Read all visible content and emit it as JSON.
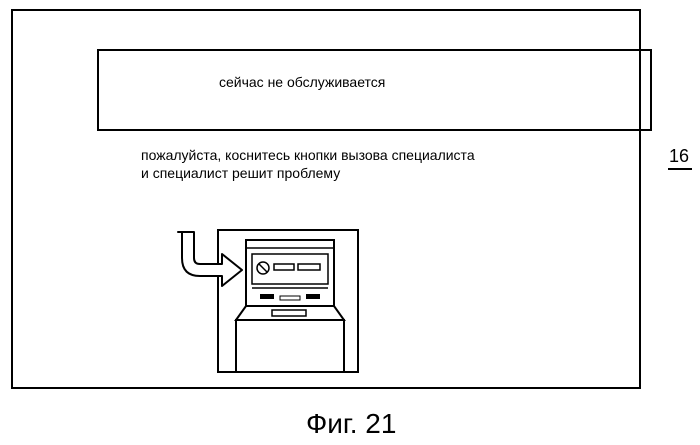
{
  "status_message": "сейчас не обслуживается",
  "instruction_lines": [
    "пожалуйста, коснитесь кнопки вызова специалиста",
    "и специалист решит проблему"
  ],
  "reference_numeral": "16",
  "figure_caption": "Фиг. 21",
  "illustration": "terminal-with-call-button",
  "colors": {
    "line": "#000000",
    "background": "#ffffff"
  }
}
